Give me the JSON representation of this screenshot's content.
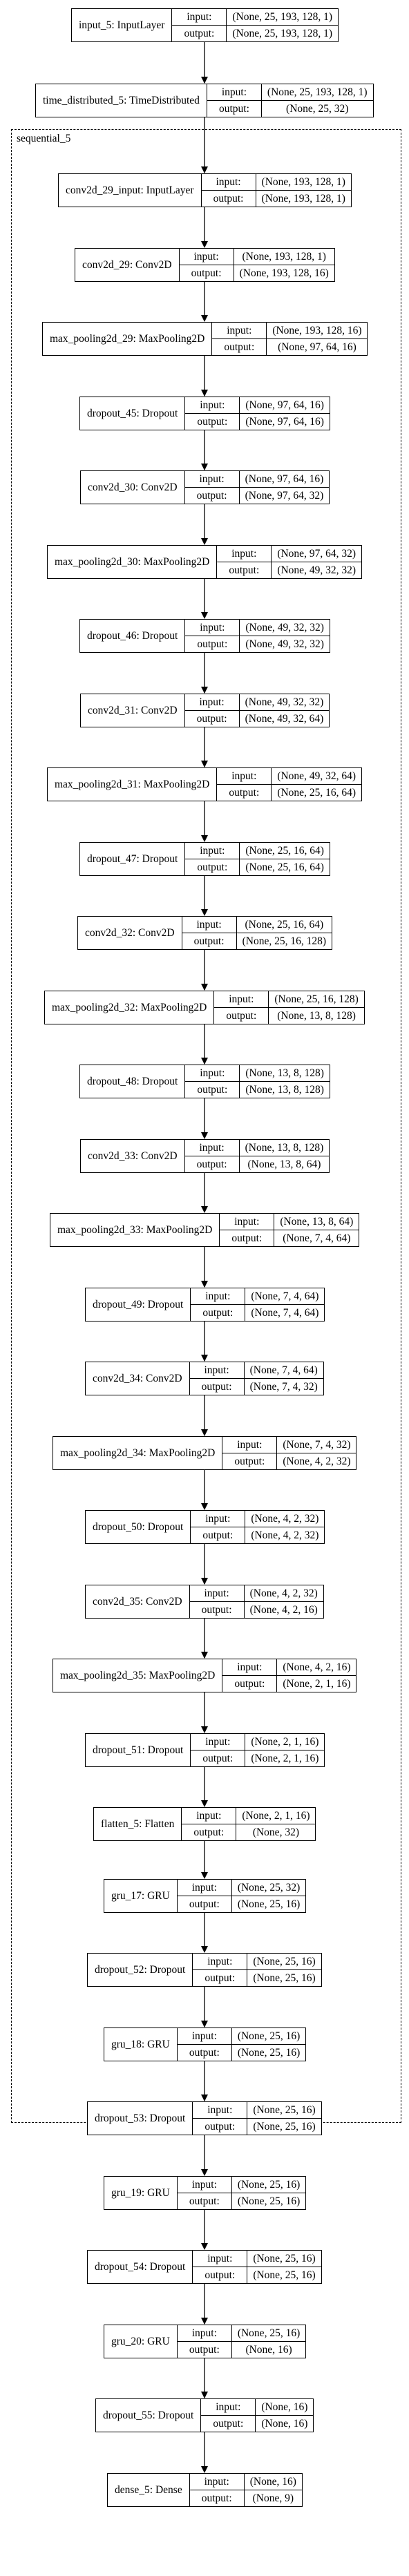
{
  "cluster": {
    "label": "sequential_5"
  },
  "layers": [
    {
      "name": "input_5: InputLayer",
      "input": "(None, 25, 193, 128, 1)",
      "output": "(None, 25, 193, 128, 1)"
    },
    {
      "name": "time_distributed_5: TimeDistributed",
      "input": "(None, 25, 193, 128, 1)",
      "output": "(None, 25, 32)"
    },
    {
      "name": "conv2d_29_input: InputLayer",
      "input": "(None, 193, 128, 1)",
      "output": "(None, 193, 128, 1)"
    },
    {
      "name": "conv2d_29: Conv2D",
      "input": "(None, 193, 128, 1)",
      "output": "(None, 193, 128, 16)"
    },
    {
      "name": "max_pooling2d_29: MaxPooling2D",
      "input": "(None, 193, 128, 16)",
      "output": "(None, 97, 64, 16)"
    },
    {
      "name": "dropout_45: Dropout",
      "input": "(None, 97, 64, 16)",
      "output": "(None, 97, 64, 16)"
    },
    {
      "name": "conv2d_30: Conv2D",
      "input": "(None, 97, 64, 16)",
      "output": "(None, 97, 64, 32)"
    },
    {
      "name": "max_pooling2d_30: MaxPooling2D",
      "input": "(None, 97, 64, 32)",
      "output": "(None, 49, 32, 32)"
    },
    {
      "name": "dropout_46: Dropout",
      "input": "(None, 49, 32, 32)",
      "output": "(None, 49, 32, 32)"
    },
    {
      "name": "conv2d_31: Conv2D",
      "input": "(None, 49, 32, 32)",
      "output": "(None, 49, 32, 64)"
    },
    {
      "name": "max_pooling2d_31: MaxPooling2D",
      "input": "(None, 49, 32, 64)",
      "output": "(None, 25, 16, 64)"
    },
    {
      "name": "dropout_47: Dropout",
      "input": "(None, 25, 16, 64)",
      "output": "(None, 25, 16, 64)"
    },
    {
      "name": "conv2d_32: Conv2D",
      "input": "(None, 25, 16, 64)",
      "output": "(None, 25, 16, 128)"
    },
    {
      "name": "max_pooling2d_32: MaxPooling2D",
      "input": "(None, 25, 16, 128)",
      "output": "(None, 13, 8, 128)"
    },
    {
      "name": "dropout_48: Dropout",
      "input": "(None, 13, 8, 128)",
      "output": "(None, 13, 8, 128)"
    },
    {
      "name": "conv2d_33: Conv2D",
      "input": "(None, 13, 8, 128)",
      "output": "(None, 13, 8, 64)"
    },
    {
      "name": "max_pooling2d_33: MaxPooling2D",
      "input": "(None, 13, 8, 64)",
      "output": "(None, 7, 4, 64)"
    },
    {
      "name": "dropout_49: Dropout",
      "input": "(None, 7, 4, 64)",
      "output": "(None, 7, 4, 64)"
    },
    {
      "name": "conv2d_34: Conv2D",
      "input": "(None, 7, 4, 64)",
      "output": "(None, 7, 4, 32)"
    },
    {
      "name": "max_pooling2d_34: MaxPooling2D",
      "input": "(None, 7, 4, 32)",
      "output": "(None, 4, 2, 32)"
    },
    {
      "name": "dropout_50: Dropout",
      "input": "(None, 4, 2, 32)",
      "output": "(None, 4, 2, 32)"
    },
    {
      "name": "conv2d_35: Conv2D",
      "input": "(None, 4, 2, 32)",
      "output": "(None, 4, 2, 16)"
    },
    {
      "name": "max_pooling2d_35: MaxPooling2D",
      "input": "(None, 4, 2, 16)",
      "output": "(None, 2, 1, 16)"
    },
    {
      "name": "dropout_51: Dropout",
      "input": "(None, 2, 1, 16)",
      "output": "(None, 2, 1, 16)"
    },
    {
      "name": "flatten_5: Flatten",
      "input": "(None, 2, 1, 16)",
      "output": "(None, 32)"
    },
    {
      "name": "gru_17: GRU",
      "input": "(None, 25, 32)",
      "output": "(None, 25, 16)"
    },
    {
      "name": "dropout_52: Dropout",
      "input": "(None, 25, 16)",
      "output": "(None, 25, 16)"
    },
    {
      "name": "gru_18: GRU",
      "input": "(None, 25, 16)",
      "output": "(None, 25, 16)"
    },
    {
      "name": "dropout_53: Dropout",
      "input": "(None, 25, 16)",
      "output": "(None, 25, 16)"
    },
    {
      "name": "gru_19: GRU",
      "input": "(None, 25, 16)",
      "output": "(None, 25, 16)"
    },
    {
      "name": "dropout_54: Dropout",
      "input": "(None, 25, 16)",
      "output": "(None, 25, 16)"
    },
    {
      "name": "gru_20: GRU",
      "input": "(None, 25, 16)",
      "output": "(None, 16)"
    },
    {
      "name": "dropout_55: Dropout",
      "input": "(None, 16)",
      "output": "(None, 16)"
    },
    {
      "name": "dense_5: Dense",
      "input": "(None, 16)",
      "output": "(None, 9)"
    }
  ],
  "io_labels": {
    "input": "input:",
    "output": "output:"
  }
}
